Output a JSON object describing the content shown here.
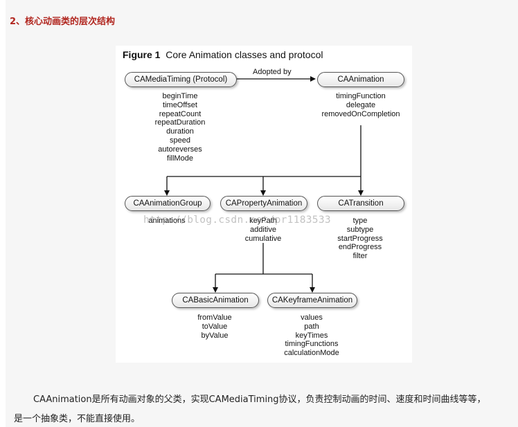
{
  "heading": "2、核心动画类的层次结构",
  "figure": {
    "title_bold": "Figure 1",
    "title_rest": "Core Animation classes and protocol",
    "edge_label": "Adopted by",
    "watermark": "http://blog.csdn.net/pr1183533",
    "nodes": {
      "camediatiming": {
        "label": "CAMediaTiming (Protocol)",
        "properties": [
          "beginTime",
          "timeOffset",
          "repeatCount",
          "repeatDuration",
          "duration",
          "speed",
          "autoreverses",
          "fillMode"
        ]
      },
      "caanimation": {
        "label": "CAAnimation",
        "properties": [
          "timingFunction",
          "delegate",
          "removedOnCompletion"
        ]
      },
      "caanimationgroup": {
        "label": "CAAnimationGroup",
        "properties": [
          "animations"
        ]
      },
      "capropertyanimation": {
        "label": "CAPropertyAnimation",
        "properties": [
          "keyPath",
          "additive",
          "cumulative"
        ]
      },
      "catransition": {
        "label": "CATransition",
        "properties": [
          "type",
          "subtype",
          "startProgress",
          "endProgress",
          "filter"
        ]
      },
      "cabasicanimation": {
        "label": "CABasicAnimation",
        "properties": [
          "fromValue",
          "toValue",
          "byValue"
        ]
      },
      "cakeyframeanimation": {
        "label": "CAKeyframeAnimation",
        "properties": [
          "values",
          "path",
          "keyTimes",
          "timingFunctions",
          "calculationMode"
        ]
      }
    }
  },
  "paragraph": {
    "line1": "CAAnimation是所有动画对象的父类，实现CAMediaTiming协议，负责控制动画的时间、速度和时间曲线等等，",
    "line2": "是一个抽象类，不能直接使用。"
  }
}
